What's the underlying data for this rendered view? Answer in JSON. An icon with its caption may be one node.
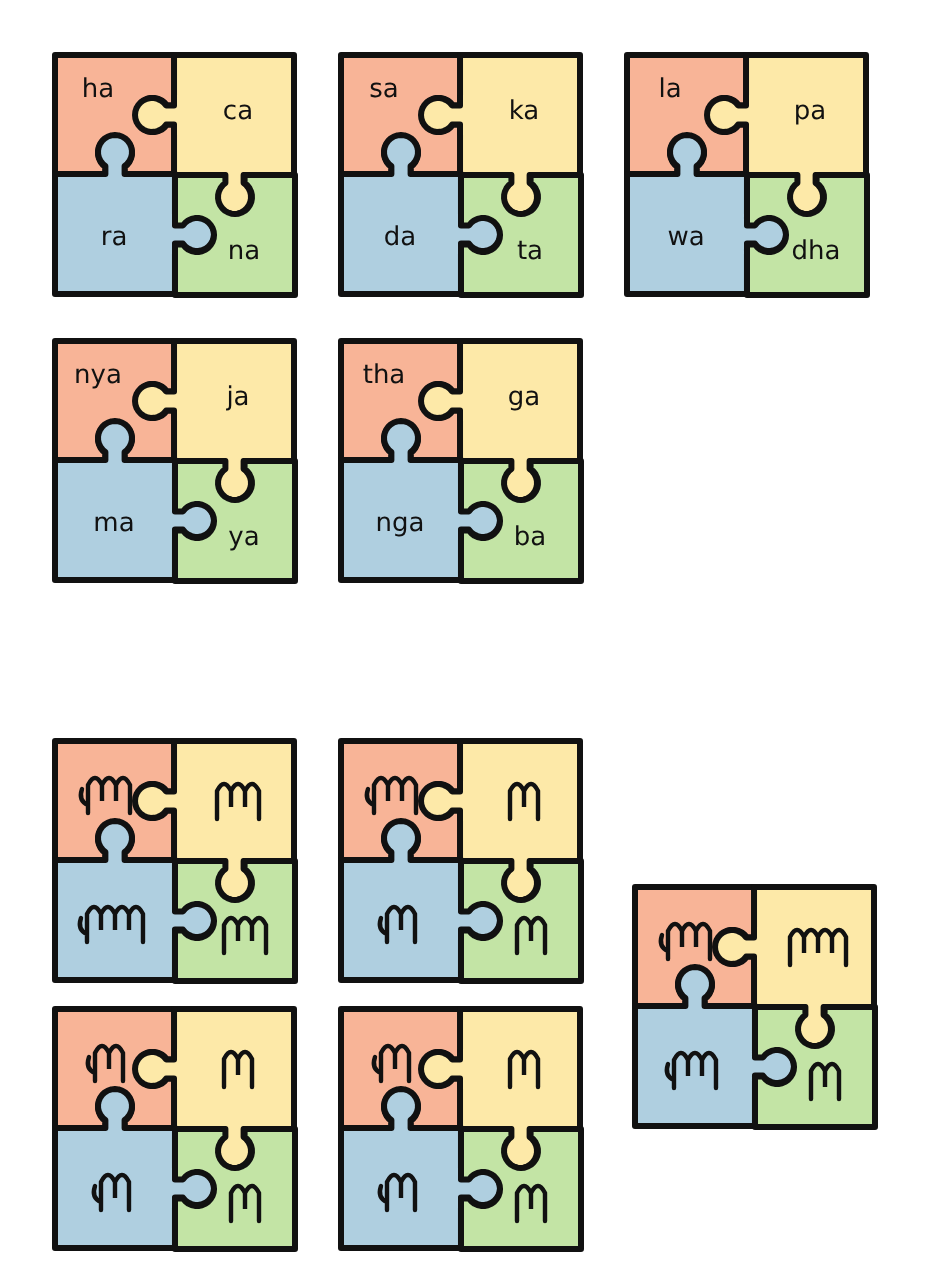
{
  "diagram": {
    "nodes": [
      {
        "text": [
          "ha"
        ]
      },
      {
        "text": [
          "ca"
        ]
      },
      {
        "text": [
          "ra"
        ]
      },
      {
        "text": [
          "na"
        ]
      },
      {
        "text": [
          "sa"
        ]
      },
      {
        "text": [
          "ka"
        ]
      },
      {
        "text": [
          "da"
        ]
      },
      {
        "text": [
          "ta"
        ]
      },
      {
        "text": [
          "la"
        ]
      },
      {
        "text": [
          "pa"
        ]
      },
      {
        "text": [
          "wa"
        ]
      },
      {
        "text": [
          "dha"
        ]
      },
      {
        "text": [
          "nya"
        ]
      },
      {
        "text": [
          "ja"
        ]
      },
      {
        "text": [
          "ma"
        ]
      },
      {
        "text": [
          "ya"
        ]
      },
      {
        "text": [
          "tha"
        ]
      },
      {
        "text": [
          "ga"
        ]
      },
      {
        "text": [
          "nga"
        ]
      },
      {
        "text": [
          "ba"
        ]
      },
      {
        "text": [],
        "shape": "picture"
      },
      {
        "text": [],
        "shape": "picture"
      },
      {
        "text": [],
        "shape": "picture"
      },
      {
        "text": [],
        "shape": "picture"
      },
      {
        "text": [],
        "shape": "picture"
      },
      {
        "text": [],
        "shape": "picture"
      },
      {
        "text": [],
        "shape": "picture"
      },
      {
        "text": [],
        "shape": "picture"
      },
      {
        "text": [],
        "shape": "picture"
      },
      {
        "text": [],
        "shape": "picture"
      },
      {
        "text": [],
        "shape": "picture"
      },
      {
        "text": [],
        "shape": "picture"
      },
      {
        "text": [],
        "shape": "picture"
      },
      {
        "text": [],
        "shape": "picture"
      },
      {
        "text": [],
        "shape": "picture"
      },
      {
        "text": [],
        "shape": "picture"
      },
      {
        "text": [],
        "shape": "picture"
      },
      {
        "text": [],
        "shape": "picture"
      },
      {
        "text": [],
        "shape": "picture"
      },
      {
        "text": [],
        "shape": "picture"
      }
    ],
    "edges": []
  }
}
